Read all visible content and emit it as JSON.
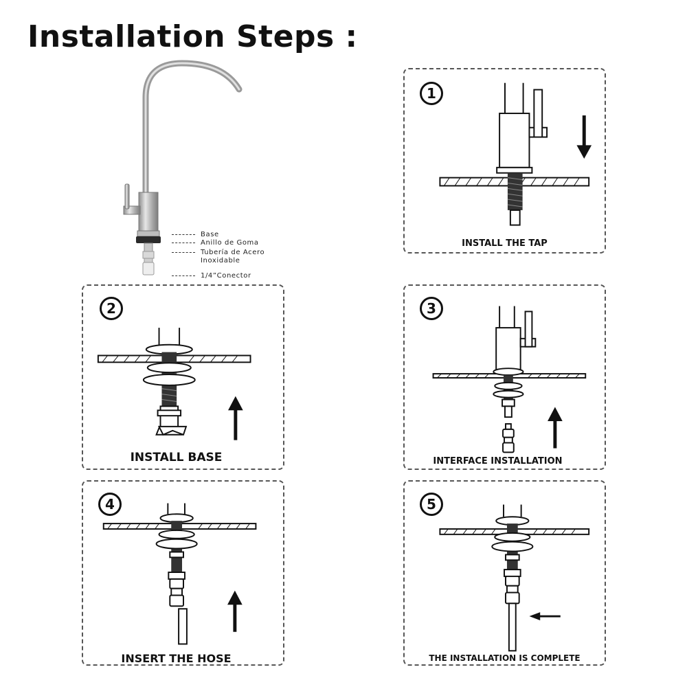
{
  "header": {
    "title": "Installation Steps :"
  },
  "parts": [
    {
      "label": "Base"
    },
    {
      "label": "Anillo de Goma"
    },
    {
      "label": "Tubería de Acero"
    },
    {
      "label": "Inoxidable"
    },
    {
      "label": "1/4”Conector"
    }
  ],
  "steps": [
    {
      "number": "1",
      "caption": "INSTALL THE TAP"
    },
    {
      "number": "2",
      "caption": "INSTALL BASE"
    },
    {
      "number": "3",
      "caption": "INTERFACE INSTALLATION"
    },
    {
      "number": "4",
      "caption": "INSERT THE HOSE"
    },
    {
      "number": "5",
      "caption": "THE INSTALLATION IS COMPLETE"
    }
  ],
  "colors": {
    "ink": "#111111",
    "border": "#555555",
    "steel": "#b8b8b8",
    "rubber": "#2a2a2a"
  }
}
